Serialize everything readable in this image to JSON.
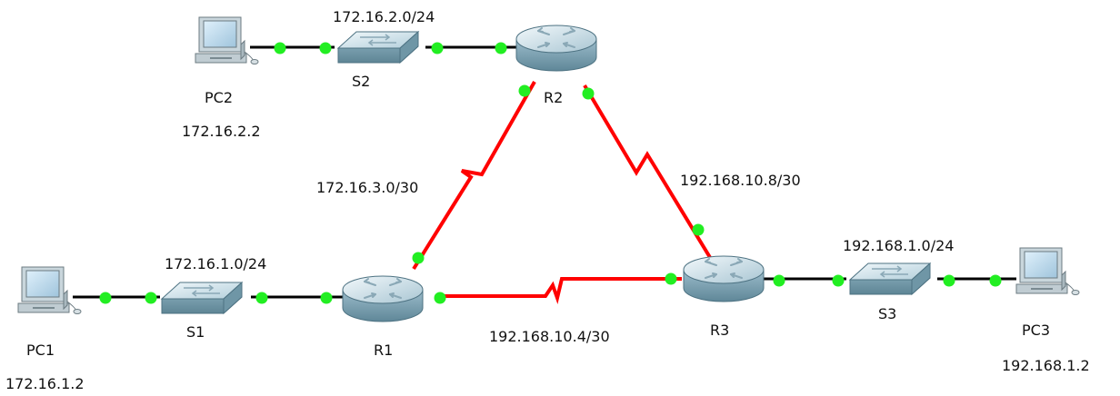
{
  "diagram": {
    "devices": {
      "pc1": {
        "name": "PC1",
        "ip": "172.16.1.2"
      },
      "pc2": {
        "name": "PC2",
        "ip": "172.16.2.2"
      },
      "pc3": {
        "name": "PC3",
        "ip": "192.168.1.2"
      },
      "s1": {
        "name": "S1"
      },
      "s2": {
        "name": "S2"
      },
      "s3": {
        "name": "S3"
      },
      "r1": {
        "name": "R1"
      },
      "r2": {
        "name": "R2"
      },
      "r3": {
        "name": "R3"
      }
    },
    "networks": {
      "lan1": "172.16.1.0/24",
      "lan2": "172.16.2.0/24",
      "lan3": "192.168.1.0/24",
      "wan_r1_r2": "172.16.3.0/30",
      "wan_r1_r3": "192.168.10.4/30",
      "wan_r2_r3": "192.168.10.8/30"
    },
    "colors": {
      "ethernet_link": "#000000",
      "serial_link": "#ff0000",
      "link_status_up": "#22ee22"
    }
  }
}
